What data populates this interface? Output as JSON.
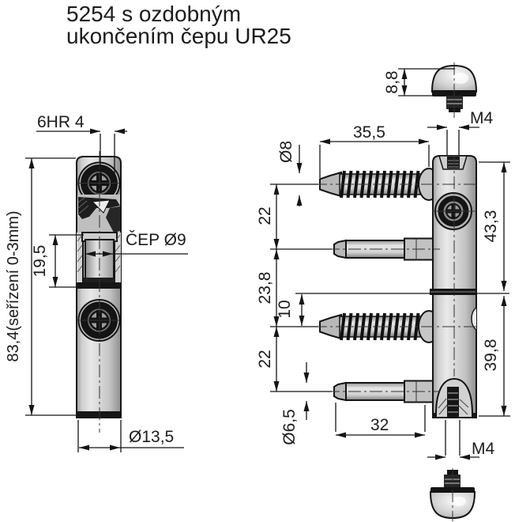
{
  "title": {
    "line1": "5254 s ozdobným",
    "line2": "ukončením čepu UR25"
  },
  "left_view": {
    "hex_socket": "6HR 4",
    "overall_height": "83,4(seřízení 0-3mm)",
    "pin_visible_length": "19,5",
    "pin_label": "ČEP Ø9",
    "body_diameter": "Ø13,5"
  },
  "right_view": {
    "cap_height": "8,8",
    "top_thread": "M4",
    "screw_length": "35,5",
    "screw_diameter": "Ø8",
    "spacing_screw_to_pin_top": "22",
    "upper_leaf_length": "43,3",
    "spacing_pin_to_screw": "23,8",
    "joint_to_screw_offset": "10",
    "spacing_screw_to_pin_bottom": "22",
    "lower_leaf_length": "39,8",
    "pin_diameter": "Ø6,5",
    "pin_length": "32",
    "bottom_thread": "M4"
  },
  "colors": {
    "background": "#ffffff",
    "line": "#141414",
    "body_light": "#e8e8e8",
    "body_dark": "#8e8e8e",
    "detail_dark": "#161616"
  }
}
